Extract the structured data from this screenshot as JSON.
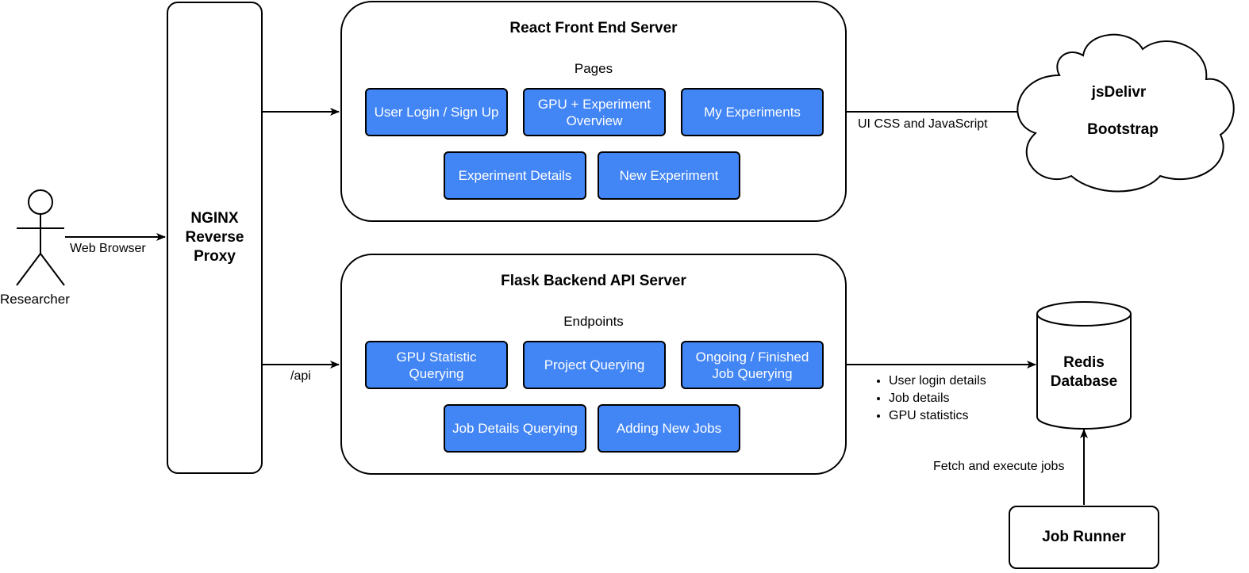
{
  "actor": {
    "label": "Researcher"
  },
  "proxy": {
    "label": "NGINX\nReverse\nProxy"
  },
  "frontend": {
    "title": "React Front End Server",
    "subtitle": "Pages",
    "pages": [
      "User Login / Sign Up",
      "GPU + Experiment\nOverview",
      "My Experiments",
      "Experiment Details",
      "New Experiment"
    ]
  },
  "backend": {
    "title": "Flask Backend API Server",
    "subtitle": "Endpoints",
    "endpoints": [
      "GPU Statistic\nQuerying",
      "Project Querying",
      "Ongoing / Finished\nJob Querying",
      "Job Details Querying",
      "Adding New Jobs"
    ]
  },
  "cdn": {
    "line1": "jsDelivr",
    "line2": "Bootstrap"
  },
  "database": {
    "label": "Redis\nDatabase",
    "stored_items": [
      "User login details",
      "Job details",
      "GPU statistics"
    ]
  },
  "job_runner": {
    "label": "Job Runner"
  },
  "edge_labels": {
    "web_browser": "Web Browser",
    "api": "/api",
    "ui_assets": "UI CSS and JavaScript",
    "fetch_jobs": "Fetch and execute jobs"
  },
  "colors": {
    "module_fill": "#4285f4",
    "stroke": "#000000",
    "module_text": "#ffffff"
  }
}
